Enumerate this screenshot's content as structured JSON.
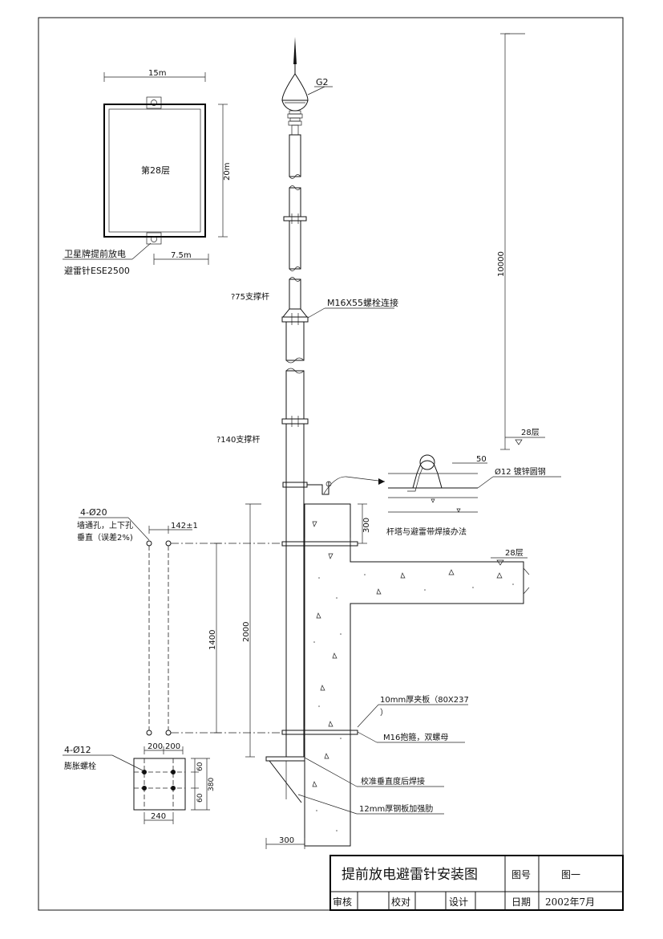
{
  "drawing": {
    "top_view": {
      "width_dim": "15m",
      "height_dim": "20m",
      "half_dim": "7.5m",
      "floor_label": "第28层",
      "device_label_1": "卫星牌提前放电",
      "device_label_2": "避雷针ESE2500"
    },
    "mast": {
      "tip_label": "G2",
      "pole_75": "?75支撑杆",
      "bolt_conn": "M16X55螺栓连接",
      "pole_140": "?140支撑杆",
      "height_total": "10000",
      "level_label": "28层"
    },
    "weld_detail": {
      "dim_50": "50",
      "steel_label": "Ø12 镀锌圆钢",
      "caption": "杆塔与避雷带焊接办法"
    },
    "wall_holes": {
      "title": "4-Ø20",
      "note_1": "墙通孔，上下孔",
      "note_2": "垂直（误差2%)",
      "spacing": "142±1",
      "dim_1400": "1400",
      "dim_2000": "2000",
      "dim_300": "300"
    },
    "slab": {
      "level_label": "28层"
    },
    "anchor": {
      "title": "4-Ø12",
      "label": "膨胀螺栓",
      "dim_200a": "200",
      "dim_200b": "200",
      "dim_60a": "60",
      "dim_380": "380",
      "dim_60b": "60",
      "dim_240": "240"
    },
    "callouts": {
      "plate_1": "10mm厚夹板（80X237",
      "plate_2": "）",
      "clamp": "M16抱箍，双螺母",
      "weld": "校准垂直度后焊接",
      "rib": "12mm厚钢板加强肋",
      "base_dim": "300"
    }
  },
  "title_block": {
    "title": "提前放电避雷针安装图",
    "fig_no_label": "图号",
    "fig_no_value": "图一",
    "review_label": "审核",
    "check_label": "校对",
    "design_label": "设计",
    "date_label": "日期",
    "date_value": "2002年7月"
  }
}
